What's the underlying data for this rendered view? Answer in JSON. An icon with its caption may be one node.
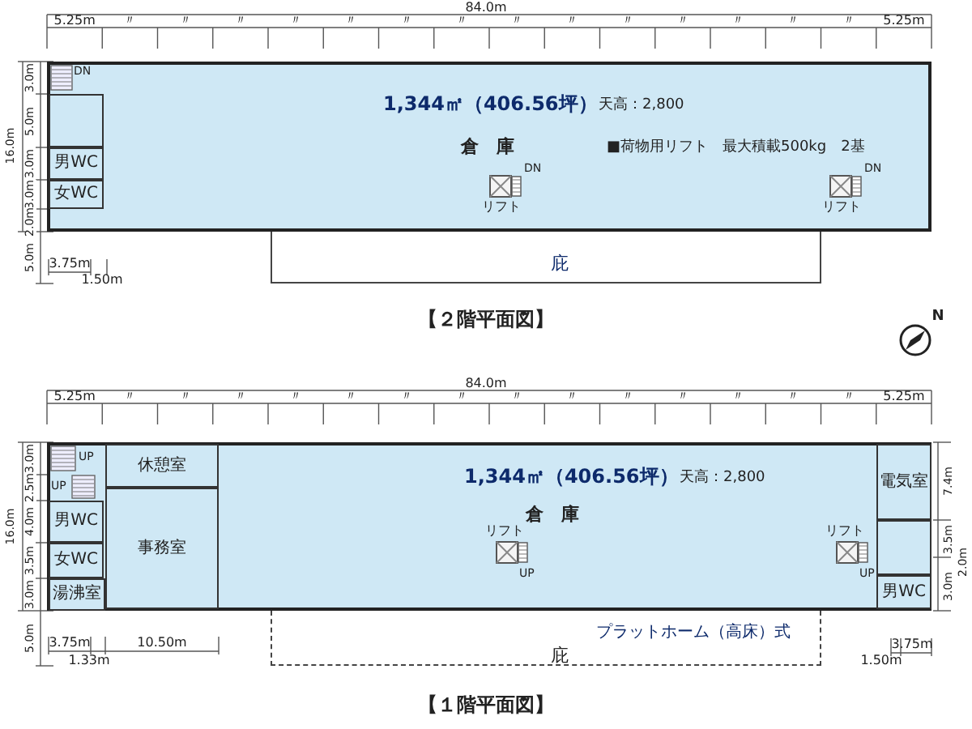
{
  "diagram": {
    "nodes": [
      {
        "text": [
          "1,344㎡（406.56坪）",
          "天高：2,800",
          "倉　庫",
          "■荷物用リフト　最大積載500kg　2基"
        ]
      },
      {
        "text": [],
        "shape": "picture",
        "beside": [
          "DN"
        ],
        "in": 0
      },
      {
        "text": [],
        "shape": "box",
        "in": 0
      },
      {
        "text": [
          "男WC"
        ],
        "in": 0
      },
      {
        "text": [
          "女WC"
        ],
        "in": 0
      },
      {
        "text": [],
        "shape": "box",
        "beside": [
          "DN",
          "リフト"
        ],
        "in": 0
      },
      {
        "text": [],
        "shape": "box",
        "beside": [
          "DN",
          "リフト"
        ],
        "in": 0
      },
      {
        "text": [
          "庇"
        ]
      },
      {
        "text": [
          "1,344㎡（406.56坪）",
          "天高：2,800",
          "倉　庫"
        ]
      },
      {
        "text": [],
        "shape": "picture",
        "beside": [
          "UP"
        ],
        "in": 8
      },
      {
        "text": [],
        "shape": "picture",
        "beside": [
          "UP"
        ],
        "in": 8
      },
      {
        "text": [
          "休憩室"
        ],
        "in": 8
      },
      {
        "text": [
          "事務室"
        ],
        "in": 8
      },
      {
        "text": [
          "男WC"
        ],
        "in": 8
      },
      {
        "text": [
          "女WC"
        ],
        "in": 8
      },
      {
        "text": [
          "湯沸室"
        ],
        "in": 8
      },
      {
        "text": [
          "電気室"
        ],
        "in": 8
      },
      {
        "text": [],
        "shape": "box",
        "in": 8
      },
      {
        "text": [
          "男WC"
        ],
        "in": 8
      },
      {
        "text": [],
        "shape": "box",
        "beside": [
          "リフト",
          "UP"
        ],
        "in": 8
      },
      {
        "text": [],
        "shape": "box",
        "beside": [
          "リフト",
          "UP"
        ],
        "in": 8
      },
      {
        "text": [
          "プラットホーム（高床）式",
          "庇"
        ]
      }
    ],
    "labels": [
      "84.0m",
      "5.25m",
      "〃",
      "〃",
      "〃",
      "〃",
      "〃",
      "〃",
      "〃",
      "〃",
      "〃",
      "〃",
      "〃",
      "〃",
      "〃",
      "〃",
      "5.25m",
      "16.0m",
      "3.0m",
      "5.0m",
      "3.0m",
      "3.0m",
      "2.0m",
      "5.0m",
      "3.75m",
      "1.50m",
      "【２階平面図】",
      "N",
      "84.0m",
      "5.25m",
      "〃",
      "〃",
      "〃",
      "〃",
      "〃",
      "〃",
      "〃",
      "〃",
      "〃",
      "〃",
      "〃",
      "〃",
      "〃",
      "〃",
      "5.25m",
      "16.0m",
      "3.0m",
      "2.5m",
      "4.0m",
      "3.5m",
      "3.0m",
      "5.0m",
      "7.4m",
      "3.5m",
      "3.0m",
      "2.0m",
      "3.75m",
      "10.50m",
      "1.33m",
      "3.75m",
      "1.50m",
      "【１階平面図】"
    ]
  }
}
